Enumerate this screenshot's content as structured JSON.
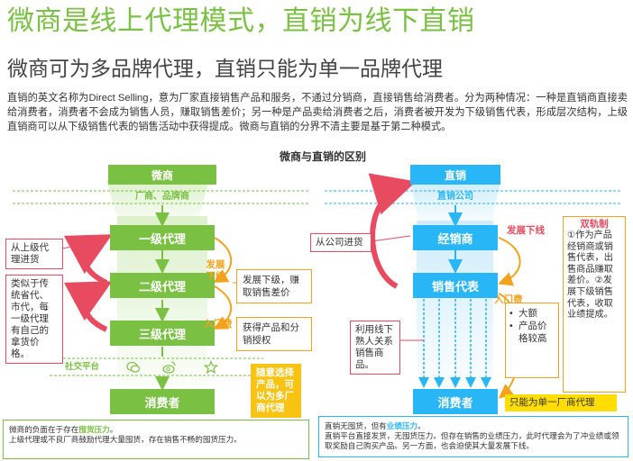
{
  "header": {
    "title": "微商是线上代理模式，直销为线下直销",
    "subtitle": "微商可为多品牌代理，直销只能为单一品牌代理",
    "paragraph": "直销的英文名称为Direct Selling，意为厂家直接销售产品和服务，不通过分销商，直接销售给消费者。分为两种情况：一种是直销商直接卖给消费者，消费者不会成为销售人员，赚取销售差价；另一种是产品卖给消费者之后，消费者被开发为下级销售代表，形成层次结构，上级直销商可以从下级销售代表的销售活动中获得提成。微商与直销的分界不清主要是基于第二种模式。",
    "chart_title": "微商与直销的区别"
  },
  "weishang": {
    "header": "微商",
    "source": "厂商、品牌商",
    "levels": [
      "一级代理",
      "二级代理",
      "三级代理"
    ],
    "social_label": "社交平台",
    "consumer": "消费者",
    "note_upper": "从上级代理进货",
    "note_lower": "类似于传统省代、市代，每一级代理有自己的拿货价格。",
    "label_develop": "发展下级",
    "label_fee": "入门费",
    "desc_develop": "发展下级，赚取销售差价",
    "desc_fee": "获得产品和分销授权",
    "note_choice": "随意选择产品，可以为多厂商代理",
    "bottom_pre": "微商的负面在于存在",
    "bottom_hl": "囤货压力",
    "bottom_post": "。",
    "bottom_line2": "上级代理或不良厂商鼓励代理大量囤货，存在销售不畅的囤货压力。"
  },
  "zhixiao": {
    "header": "直销",
    "source": "直销公司",
    "dealer": "经销商",
    "rep": "销售代表",
    "consumer": "消费者",
    "note_source": "从公司进货",
    "note_offline": "利用线下熟人关系销售商品。",
    "label_develop": "发展下线",
    "label_fee": "入门费",
    "features": [
      "大额",
      "产品价格较高"
    ],
    "dual_title": "双轨制",
    "dual_body": "①作为产品经销商或销售代表，出售商品赚取差价。②发展下级销售代表，收取业绩提成。",
    "note_single": "只能为单一厂商代理",
    "bottom_pre": "直销无囤货，但有",
    "bottom_hl": "业绩压力",
    "bottom_post": "。",
    "bottom_line2": "直销平台直接发货，无囤货压力。但存在销售的业绩压力，此时代理会为了冲业绩或领取奖励自己购买产品。另一方面，也会迫使其大量发展下线。"
  },
  "icons": [
    "wechat-icon",
    "weibo-icon",
    "star-icon"
  ],
  "colors": {
    "green": "#7ac143",
    "blue": "#29b6f6",
    "red": "#e84a5f",
    "orange": "#f4a21c",
    "yellow": "#ffdd00"
  }
}
